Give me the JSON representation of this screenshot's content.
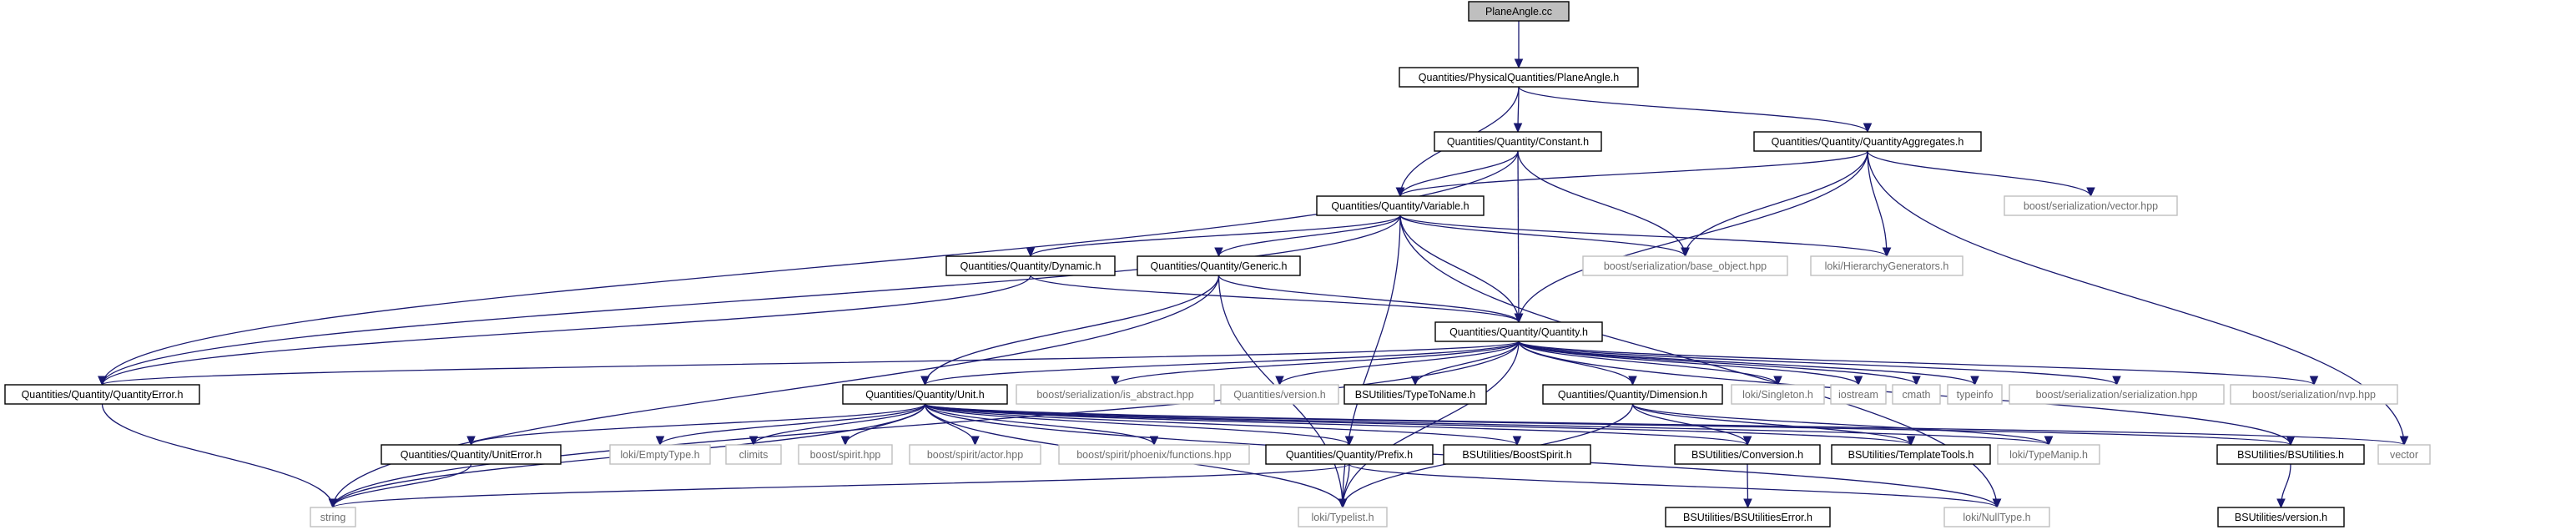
{
  "diagram": {
    "type": "include-dependency-graph",
    "colors": {
      "edge": "#191970",
      "project_border": "#000000",
      "external_border": "#bfbfbf",
      "external_text": "#6e6e6e",
      "root_fill": "#bfbfbf"
    },
    "nodes": [
      {
        "id": "root",
        "label": "PlaneAngle.cc",
        "kind": "root"
      },
      {
        "id": "planeangle_h",
        "label": "Quantities/PhysicalQuantities/PlaneAngle.h",
        "kind": "project"
      },
      {
        "id": "constant_h",
        "label": "Quantities/Quantity/Constant.h",
        "kind": "project"
      },
      {
        "id": "aggregates_h",
        "label": "Quantities/Quantity/QuantityAggregates.h",
        "kind": "project"
      },
      {
        "id": "variable_h",
        "label": "Quantities/Quantity/Variable.h",
        "kind": "project"
      },
      {
        "id": "boost_vector",
        "label": "boost/serialization/vector.hpp",
        "kind": "external"
      },
      {
        "id": "dynamic_h",
        "label": "Quantities/Quantity/Dynamic.h",
        "kind": "project"
      },
      {
        "id": "generic_h",
        "label": "Quantities/Quantity/Generic.h",
        "kind": "project"
      },
      {
        "id": "base_object",
        "label": "boost/serialization/base_object.hpp",
        "kind": "external"
      },
      {
        "id": "hier_gen",
        "label": "loki/HierarchyGenerators.h",
        "kind": "external"
      },
      {
        "id": "quantity_h",
        "label": "Quantities/Quantity/Quantity.h",
        "kind": "project"
      },
      {
        "id": "qerror_h",
        "label": "Quantities/Quantity/QuantityError.h",
        "kind": "project"
      },
      {
        "id": "unit_h",
        "label": "Quantities/Quantity/Unit.h",
        "kind": "project"
      },
      {
        "id": "is_abstract",
        "label": "boost/serialization/is_abstract.hpp",
        "kind": "external"
      },
      {
        "id": "version_h",
        "label": "Quantities/version.h",
        "kind": "external"
      },
      {
        "id": "typetoname_h",
        "label": "BSUtilities/TypeToName.h",
        "kind": "project"
      },
      {
        "id": "dimension_h",
        "label": "Quantities/Quantity/Dimension.h",
        "kind": "project"
      },
      {
        "id": "singleton_h",
        "label": "loki/Singleton.h",
        "kind": "external"
      },
      {
        "id": "iostream",
        "label": "iostream",
        "kind": "external"
      },
      {
        "id": "cmath",
        "label": "cmath",
        "kind": "external"
      },
      {
        "id": "typeinfo",
        "label": "typeinfo",
        "kind": "external"
      },
      {
        "id": "serialization_hpp",
        "label": "boost/serialization/serialization.hpp",
        "kind": "external"
      },
      {
        "id": "nvp_hpp",
        "label": "boost/serialization/nvp.hpp",
        "kind": "external"
      },
      {
        "id": "uniterror_h",
        "label": "Quantities/Quantity/UnitError.h",
        "kind": "project"
      },
      {
        "id": "emptytype_h",
        "label": "loki/EmptyType.h",
        "kind": "external"
      },
      {
        "id": "climits",
        "label": "climits",
        "kind": "external"
      },
      {
        "id": "spirit_hpp",
        "label": "boost/spirit.hpp",
        "kind": "external"
      },
      {
        "id": "actor_hpp",
        "label": "boost/spirit/actor.hpp",
        "kind": "external"
      },
      {
        "id": "phoenix_hpp",
        "label": "boost/spirit/phoenix/functions.hpp",
        "kind": "external"
      },
      {
        "id": "prefix_h",
        "label": "Quantities/Quantity/Prefix.h",
        "kind": "project"
      },
      {
        "id": "boostspirit_h",
        "label": "BSUtilities/BoostSpirit.h",
        "kind": "project"
      },
      {
        "id": "conversion_h",
        "label": "BSUtilities/Conversion.h",
        "kind": "project"
      },
      {
        "id": "templatetools_h",
        "label": "BSUtilities/TemplateTools.h",
        "kind": "project"
      },
      {
        "id": "typemanip_h",
        "label": "loki/TypeManip.h",
        "kind": "external"
      },
      {
        "id": "bsutilities_h",
        "label": "BSUtilities/BSUtilities.h",
        "kind": "project"
      },
      {
        "id": "vector",
        "label": "vector",
        "kind": "external"
      },
      {
        "id": "string",
        "label": "string",
        "kind": "external"
      },
      {
        "id": "typelist_h",
        "label": "loki/Typelist.h",
        "kind": "external"
      },
      {
        "id": "bsutilerror_h",
        "label": "BSUtilities/BSUtilitiesError.h",
        "kind": "project"
      },
      {
        "id": "nulltype_h",
        "label": "loki/NullType.h",
        "kind": "external"
      },
      {
        "id": "bsversion_h",
        "label": "BSUtilities/version.h",
        "kind": "project"
      }
    ],
    "edges": [
      [
        "root",
        "planeangle_h"
      ],
      [
        "planeangle_h",
        "constant_h"
      ],
      [
        "planeangle_h",
        "aggregates_h"
      ],
      [
        "planeangle_h",
        "variable_h"
      ],
      [
        "constant_h",
        "variable_h"
      ],
      [
        "constant_h",
        "quantity_h"
      ],
      [
        "constant_h",
        "base_object"
      ],
      [
        "constant_h",
        "qerror_h"
      ],
      [
        "aggregates_h",
        "variable_h"
      ],
      [
        "aggregates_h",
        "boost_vector"
      ],
      [
        "aggregates_h",
        "base_object"
      ],
      [
        "aggregates_h",
        "hier_gen"
      ],
      [
        "aggregates_h",
        "quantity_h"
      ],
      [
        "aggregates_h",
        "vector"
      ],
      [
        "variable_h",
        "dynamic_h"
      ],
      [
        "variable_h",
        "generic_h"
      ],
      [
        "variable_h",
        "base_object"
      ],
      [
        "variable_h",
        "hier_gen"
      ],
      [
        "variable_h",
        "quantity_h"
      ],
      [
        "variable_h",
        "qerror_h"
      ],
      [
        "variable_h",
        "typelist_h"
      ],
      [
        "variable_h",
        "nulltype_h"
      ],
      [
        "dynamic_h",
        "quantity_h"
      ],
      [
        "dynamic_h",
        "qerror_h"
      ],
      [
        "generic_h",
        "quantity_h"
      ],
      [
        "generic_h",
        "unit_h"
      ],
      [
        "generic_h",
        "string"
      ],
      [
        "generic_h",
        "typelist_h"
      ],
      [
        "quantity_h",
        "qerror_h"
      ],
      [
        "quantity_h",
        "unit_h"
      ],
      [
        "quantity_h",
        "is_abstract"
      ],
      [
        "quantity_h",
        "version_h"
      ],
      [
        "quantity_h",
        "typetoname_h"
      ],
      [
        "quantity_h",
        "dimension_h"
      ],
      [
        "quantity_h",
        "singleton_h"
      ],
      [
        "quantity_h",
        "iostream"
      ],
      [
        "quantity_h",
        "cmath"
      ],
      [
        "quantity_h",
        "typeinfo"
      ],
      [
        "quantity_h",
        "serialization_hpp"
      ],
      [
        "quantity_h",
        "nvp_hpp"
      ],
      [
        "quantity_h",
        "bsutilities_h"
      ],
      [
        "quantity_h",
        "string"
      ],
      [
        "quantity_h",
        "typelist_h"
      ],
      [
        "qerror_h",
        "string"
      ],
      [
        "unit_h",
        "uniterror_h"
      ],
      [
        "unit_h",
        "emptytype_h"
      ],
      [
        "unit_h",
        "climits"
      ],
      [
        "unit_h",
        "spirit_hpp"
      ],
      [
        "unit_h",
        "actor_hpp"
      ],
      [
        "unit_h",
        "phoenix_hpp"
      ],
      [
        "unit_h",
        "prefix_h"
      ],
      [
        "unit_h",
        "boostspirit_h"
      ],
      [
        "unit_h",
        "conversion_h"
      ],
      [
        "unit_h",
        "templatetools_h"
      ],
      [
        "unit_h",
        "typemanip_h"
      ],
      [
        "unit_h",
        "bsutilities_h"
      ],
      [
        "unit_h",
        "string"
      ],
      [
        "unit_h",
        "typelist_h"
      ],
      [
        "unit_h",
        "nulltype_h"
      ],
      [
        "unit_h",
        "vector"
      ],
      [
        "uniterror_h",
        "string"
      ],
      [
        "prefix_h",
        "string"
      ],
      [
        "prefix_h",
        "typelist_h"
      ],
      [
        "prefix_h",
        "nulltype_h"
      ],
      [
        "dimension_h",
        "conversion_h"
      ],
      [
        "dimension_h",
        "templatetools_h"
      ],
      [
        "dimension_h",
        "typemanip_h"
      ],
      [
        "dimension_h",
        "typelist_h"
      ],
      [
        "conversion_h",
        "bsutilerror_h"
      ],
      [
        "bsutilities_h",
        "bsversion_h"
      ]
    ]
  }
}
